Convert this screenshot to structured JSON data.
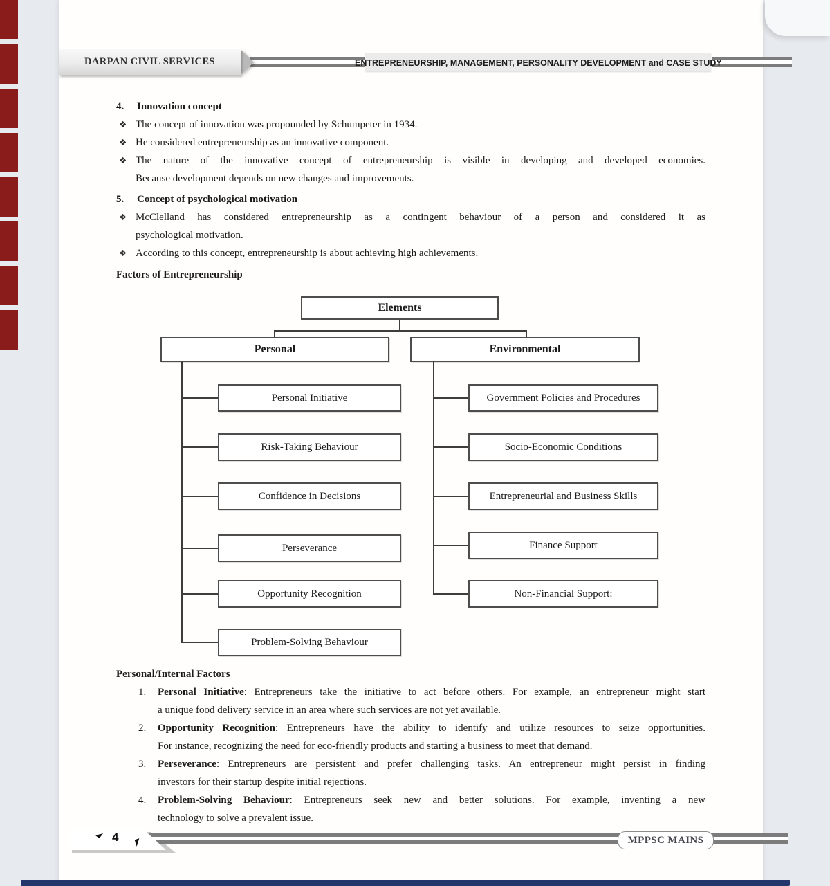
{
  "header": {
    "brand": "DARPAN CIVIL SERVICES",
    "title": "ENTREPRENEURSHIP, MANAGEMENT, PERSONALITY DEVELOPMENT and CASE STUDY"
  },
  "bullet_glyph": "❖",
  "sections": [
    {
      "number": "4.",
      "heading": "Innovation concept",
      "bullets": [
        {
          "lines": [
            "The concept of innovation was propounded by Schumpeter in 1934."
          ]
        },
        {
          "lines": [
            "He considered entrepreneurship as an innovative component."
          ]
        },
        {
          "lines": [
            "The nature of the innovative concept of entrepreneurship is visible in developing and developed economies.",
            "Because development depends on new changes and improvements."
          ]
        }
      ]
    },
    {
      "number": "5.",
      "heading": "Concept of psychological motivation",
      "bullets": [
        {
          "lines": [
            "McClelland has considered entrepreneurship as a contingent behaviour of a person and considered it as",
            "psychological motivation."
          ]
        },
        {
          "lines": [
            "According to this concept, entrepreneurship is about achieving high achievements."
          ]
        }
      ]
    }
  ],
  "factors_heading": "Factors of Entrepreneurship",
  "diagram": {
    "root": "Elements",
    "branches": [
      {
        "label": "Personal",
        "children": [
          "Personal Initiative",
          "Risk-Taking Behaviour",
          "Confidence in Decisions",
          "Perseverance",
          "Opportunity Recognition",
          "Problem-Solving Behaviour"
        ]
      },
      {
        "label": "Environmental",
        "children": [
          "Government Policies and Procedures",
          "Socio-Economic Conditions",
          "Entrepreneurial and Business Skills",
          "Finance Support",
          "Non-Financial Support:"
        ]
      }
    ]
  },
  "personal_factors": {
    "heading": "Personal/Internal Factors",
    "items": [
      {
        "number": "1.",
        "term": "Personal Initiative",
        "rest": ": Entrepreneurs take the initiative to act before others. For example, an entrepreneur might start",
        "line2": "a unique food delivery service in an area where such services are not yet available."
      },
      {
        "number": "2.",
        "term": "Opportunity Recognition",
        "rest": ": Entrepreneurs have the ability to identify and utilize resources to seize opportunities.",
        "line2": "For instance, recognizing the need for eco-friendly products and starting a business to meet that demand."
      },
      {
        "number": "3.",
        "term": "Perseverance",
        "rest": ": Entrepreneurs are persistent and prefer challenging tasks. An entrepreneur might persist in finding",
        "line2": "investors for their startup despite initial rejections."
      },
      {
        "number": "4.",
        "term": "Problem-Solving Behaviour",
        "rest": ": Entrepreneurs seek new and better solutions. For example, inventing a new",
        "line2": "technology to solve a prevalent issue."
      }
    ]
  },
  "footer": {
    "page_number": "4",
    "label": "MPPSC MAINS"
  },
  "colors": {
    "margin_bg": "#e7eaee",
    "page_bg": "#fffefc",
    "bar_gray": "#7c7c7c",
    "box_border": "#4d4d4d",
    "edge_tab_red": "#8a1c1c",
    "bottom_bar_navy": "#23366b"
  }
}
